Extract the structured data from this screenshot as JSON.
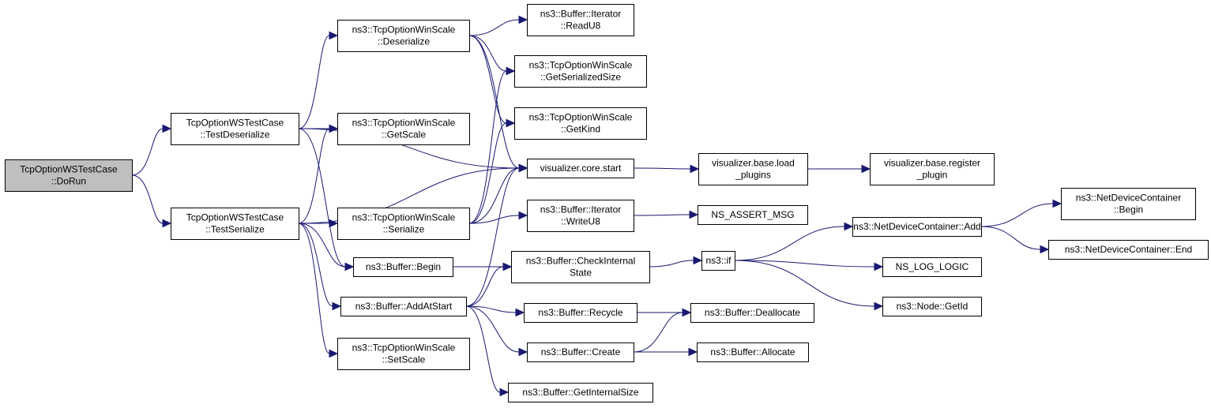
{
  "diagram": {
    "type": "call-graph",
    "colors": {
      "edge": "#191970",
      "root_fill": "#bfbfbf",
      "node_fill": "#ffffff",
      "node_border": "#000000"
    },
    "nodes": [
      {
        "id": "dorun",
        "lines": [
          "TcpOptionWSTestCase",
          "::DoRun"
        ],
        "root": true
      },
      {
        "id": "testdeser",
        "lines": [
          "TcpOptionWSTestCase",
          "::TestDeserialize"
        ]
      },
      {
        "id": "testser",
        "lines": [
          "TcpOptionWSTestCase",
          "::TestSerialize"
        ]
      },
      {
        "id": "deser",
        "lines": [
          "ns3::TcpOptionWinScale",
          "::Deserialize"
        ]
      },
      {
        "id": "getscale",
        "lines": [
          "ns3::TcpOptionWinScale",
          "::GetScale"
        ]
      },
      {
        "id": "ser",
        "lines": [
          "ns3::TcpOptionWinScale",
          "::Serialize"
        ]
      },
      {
        "id": "bbegin",
        "lines": [
          "ns3::Buffer::Begin"
        ]
      },
      {
        "id": "addatstart",
        "lines": [
          "ns3::Buffer::AddAtStart"
        ]
      },
      {
        "id": "setscale",
        "lines": [
          "ns3::TcpOptionWinScale",
          "::SetScale"
        ]
      },
      {
        "id": "readu8",
        "lines": [
          "ns3::Buffer::Iterator",
          "::ReadU8"
        ]
      },
      {
        "id": "getsersize",
        "lines": [
          "ns3::TcpOptionWinScale",
          "::GetSerializedSize"
        ]
      },
      {
        "id": "getkind",
        "lines": [
          "ns3::TcpOptionWinScale",
          "::GetKind"
        ]
      },
      {
        "id": "vcstart",
        "lines": [
          "visualizer.core.start"
        ]
      },
      {
        "id": "writeu8",
        "lines": [
          "ns3::Buffer::Iterator",
          "::WriteU8"
        ]
      },
      {
        "id": "checkint",
        "lines": [
          "ns3::Buffer::CheckInternal",
          "State"
        ]
      },
      {
        "id": "recycle",
        "lines": [
          "ns3::Buffer::Recycle"
        ]
      },
      {
        "id": "create",
        "lines": [
          "ns3::Buffer::Create"
        ]
      },
      {
        "id": "getintsize",
        "lines": [
          "ns3::Buffer::GetInternalSize"
        ]
      },
      {
        "id": "loadplugins",
        "lines": [
          "visualizer.base.load",
          "_plugins"
        ]
      },
      {
        "id": "regplugin",
        "lines": [
          "visualizer.base.register",
          "_plugin"
        ]
      },
      {
        "id": "nsassert",
        "lines": [
          "NS_ASSERT_MSG"
        ]
      },
      {
        "id": "nsif",
        "lines": [
          "ns3::if"
        ]
      },
      {
        "id": "dealloc",
        "lines": [
          "ns3::Buffer::Deallocate"
        ]
      },
      {
        "id": "alloc",
        "lines": [
          "ns3::Buffer::Allocate"
        ]
      },
      {
        "id": "ndcadd",
        "lines": [
          "ns3::NetDeviceContainer::Add"
        ]
      },
      {
        "id": "nslog",
        "lines": [
          "NS_LOG_LOGIC"
        ]
      },
      {
        "id": "getid",
        "lines": [
          "ns3::Node::GetId"
        ]
      },
      {
        "id": "ndcbegin",
        "lines": [
          "ns3::NetDeviceContainer",
          "::Begin"
        ]
      },
      {
        "id": "ndcend",
        "lines": [
          "ns3::NetDeviceContainer::End"
        ]
      }
    ],
    "edges": [
      {
        "from": "dorun",
        "to": "testdeser"
      },
      {
        "from": "dorun",
        "to": "testser"
      },
      {
        "from": "testdeser",
        "to": "deser"
      },
      {
        "from": "testdeser",
        "to": "getscale"
      },
      {
        "from": "testdeser",
        "to": "vcstart"
      },
      {
        "from": "testdeser",
        "to": "bbegin"
      },
      {
        "from": "testser",
        "to": "getscale"
      },
      {
        "from": "testser",
        "to": "ser"
      },
      {
        "from": "testser",
        "to": "bbegin"
      },
      {
        "from": "testser",
        "to": "addatstart"
      },
      {
        "from": "testser",
        "to": "setscale"
      },
      {
        "from": "testser",
        "to": "vcstart"
      },
      {
        "from": "deser",
        "to": "readu8"
      },
      {
        "from": "deser",
        "to": "getsersize"
      },
      {
        "from": "deser",
        "to": "getkind"
      },
      {
        "from": "deser",
        "to": "vcstart"
      },
      {
        "from": "ser",
        "to": "getsersize"
      },
      {
        "from": "ser",
        "to": "getkind"
      },
      {
        "from": "ser",
        "to": "vcstart"
      },
      {
        "from": "ser",
        "to": "writeu8"
      },
      {
        "from": "bbegin",
        "to": "checkint"
      },
      {
        "from": "addatstart",
        "to": "vcstart"
      },
      {
        "from": "addatstart",
        "to": "checkint"
      },
      {
        "from": "addatstart",
        "to": "recycle"
      },
      {
        "from": "addatstart",
        "to": "create"
      },
      {
        "from": "addatstart",
        "to": "getintsize"
      },
      {
        "from": "vcstart",
        "to": "loadplugins"
      },
      {
        "from": "loadplugins",
        "to": "regplugin"
      },
      {
        "from": "writeu8",
        "to": "nsassert"
      },
      {
        "from": "checkint",
        "to": "nsif"
      },
      {
        "from": "recycle",
        "to": "dealloc"
      },
      {
        "from": "create",
        "to": "dealloc"
      },
      {
        "from": "create",
        "to": "alloc"
      },
      {
        "from": "nsif",
        "to": "ndcadd"
      },
      {
        "from": "nsif",
        "to": "nslog"
      },
      {
        "from": "nsif",
        "to": "getid"
      },
      {
        "from": "ndcadd",
        "to": "ndcbegin"
      },
      {
        "from": "ndcadd",
        "to": "ndcend"
      }
    ]
  }
}
